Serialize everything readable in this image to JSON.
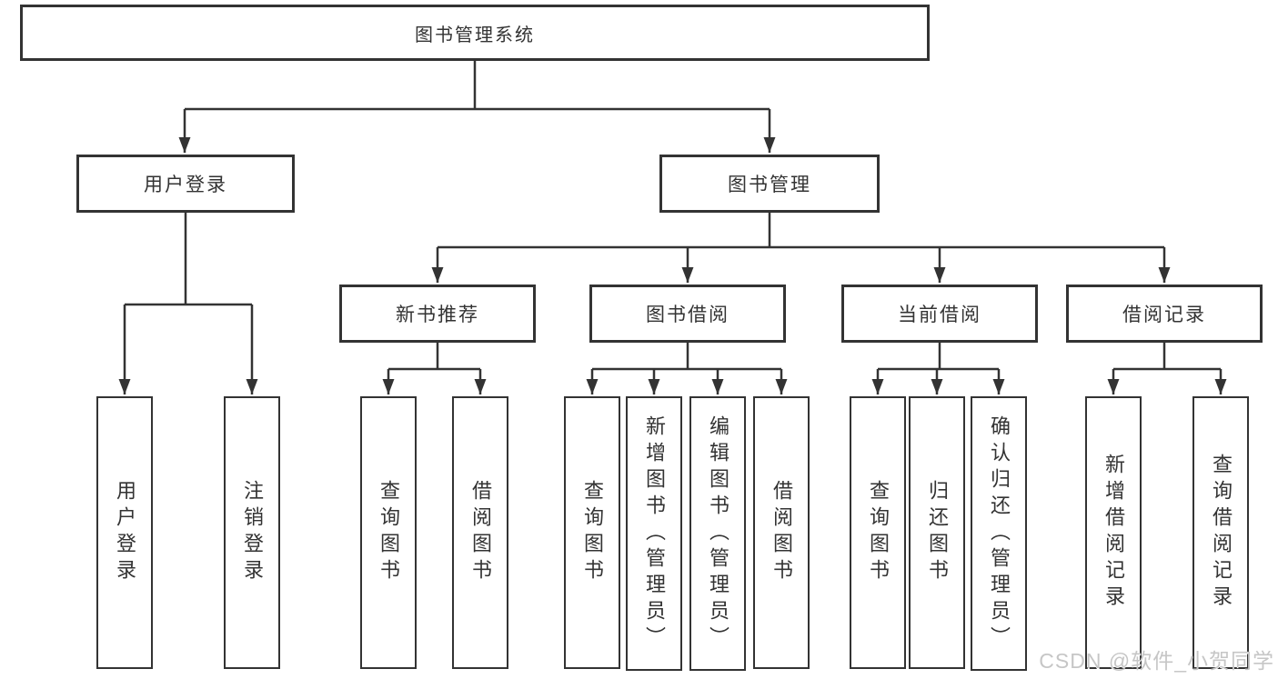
{
  "colors": {
    "line": "#333333",
    "text": "#333333",
    "watermark": "#c6c6c6",
    "background": "#ffffff"
  },
  "tree": {
    "label": "图书管理系统",
    "children": [
      {
        "label": "用户登录",
        "children": [
          {
            "label": "用户登录"
          },
          {
            "label": "注销登录"
          }
        ]
      },
      {
        "label": "图书管理",
        "children": [
          {
            "label": "新书推荐",
            "children": [
              {
                "label": "查询图书"
              },
              {
                "label": "借阅图书"
              }
            ]
          },
          {
            "label": "图书借阅",
            "children": [
              {
                "label": "查询图书"
              },
              {
                "label": "新增图书（管理员）"
              },
              {
                "label": "编辑图书（管理员）"
              },
              {
                "label": "借阅图书"
              }
            ]
          },
          {
            "label": "当前借阅",
            "children": [
              {
                "label": "查询图书"
              },
              {
                "label": "归还图书"
              },
              {
                "label": "确认归还（管理员）"
              }
            ]
          },
          {
            "label": "借阅记录",
            "children": [
              {
                "label": "新增借阅记录"
              },
              {
                "label": "查询借阅记录"
              }
            ]
          }
        ]
      }
    ]
  },
  "watermark": {
    "text": "CSDN @软件_小贺同学"
  }
}
